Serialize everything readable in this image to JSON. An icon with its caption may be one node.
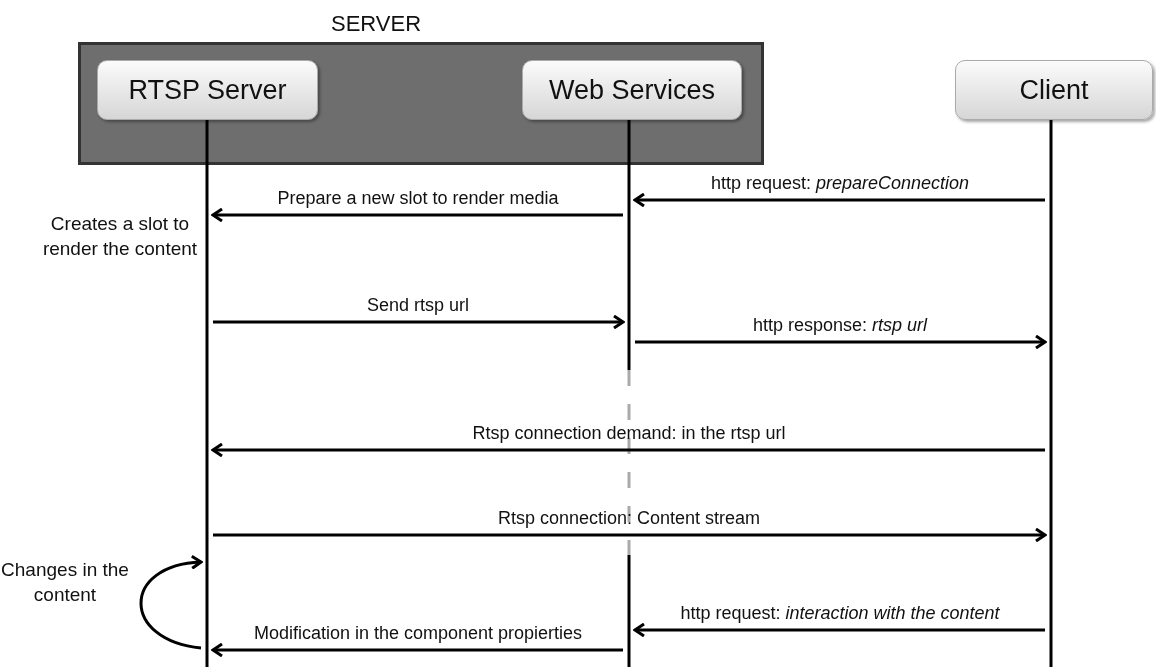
{
  "diagram": {
    "nodes": [
      {
        "text": [
          "SERVER"
        ]
      },
      {
        "text": [
          "RTSP Server"
        ],
        "in": 0
      },
      {
        "text": [
          "Web Services"
        ],
        "in": 0
      },
      {
        "text": [
          "Client"
        ]
      },
      {
        "text": [],
        "shape": "line"
      },
      {
        "text": [],
        "shape": "line"
      },
      {
        "text": [],
        "shape": "line"
      }
    ],
    "edges": [
      {
        "from": 6,
        "to": 5,
        "arrow": "to",
        "label": "http request: *prepareConnection*"
      },
      {
        "from": 5,
        "to": 4,
        "arrow": "to",
        "label": "Prepare a new slot to render media"
      },
      {
        "from": 4,
        "to": 5,
        "arrow": "to",
        "label": "Send rtsp url"
      },
      {
        "from": 5,
        "to": 6,
        "arrow": "to",
        "label": "http response: *rtsp url*"
      },
      {
        "from": 6,
        "to": 4,
        "arrow": "to",
        "label": "Rtsp connection demand: in the rtsp url"
      },
      {
        "from": 4,
        "to": 6,
        "arrow": "to",
        "label": "Rtsp connection:  Content stream"
      },
      {
        "from": 4,
        "to": 4,
        "arrow": "to",
        "label": "Changes in the content"
      },
      {
        "from": 6,
        "to": 5,
        "arrow": "to",
        "label": "http request: *interaction with the content*"
      },
      {
        "from": 5,
        "to": 4,
        "arrow": "to",
        "label": "Modification in the component propierties"
      }
    ],
    "labels": [
      "Creates a slot to render the content"
    ]
  }
}
